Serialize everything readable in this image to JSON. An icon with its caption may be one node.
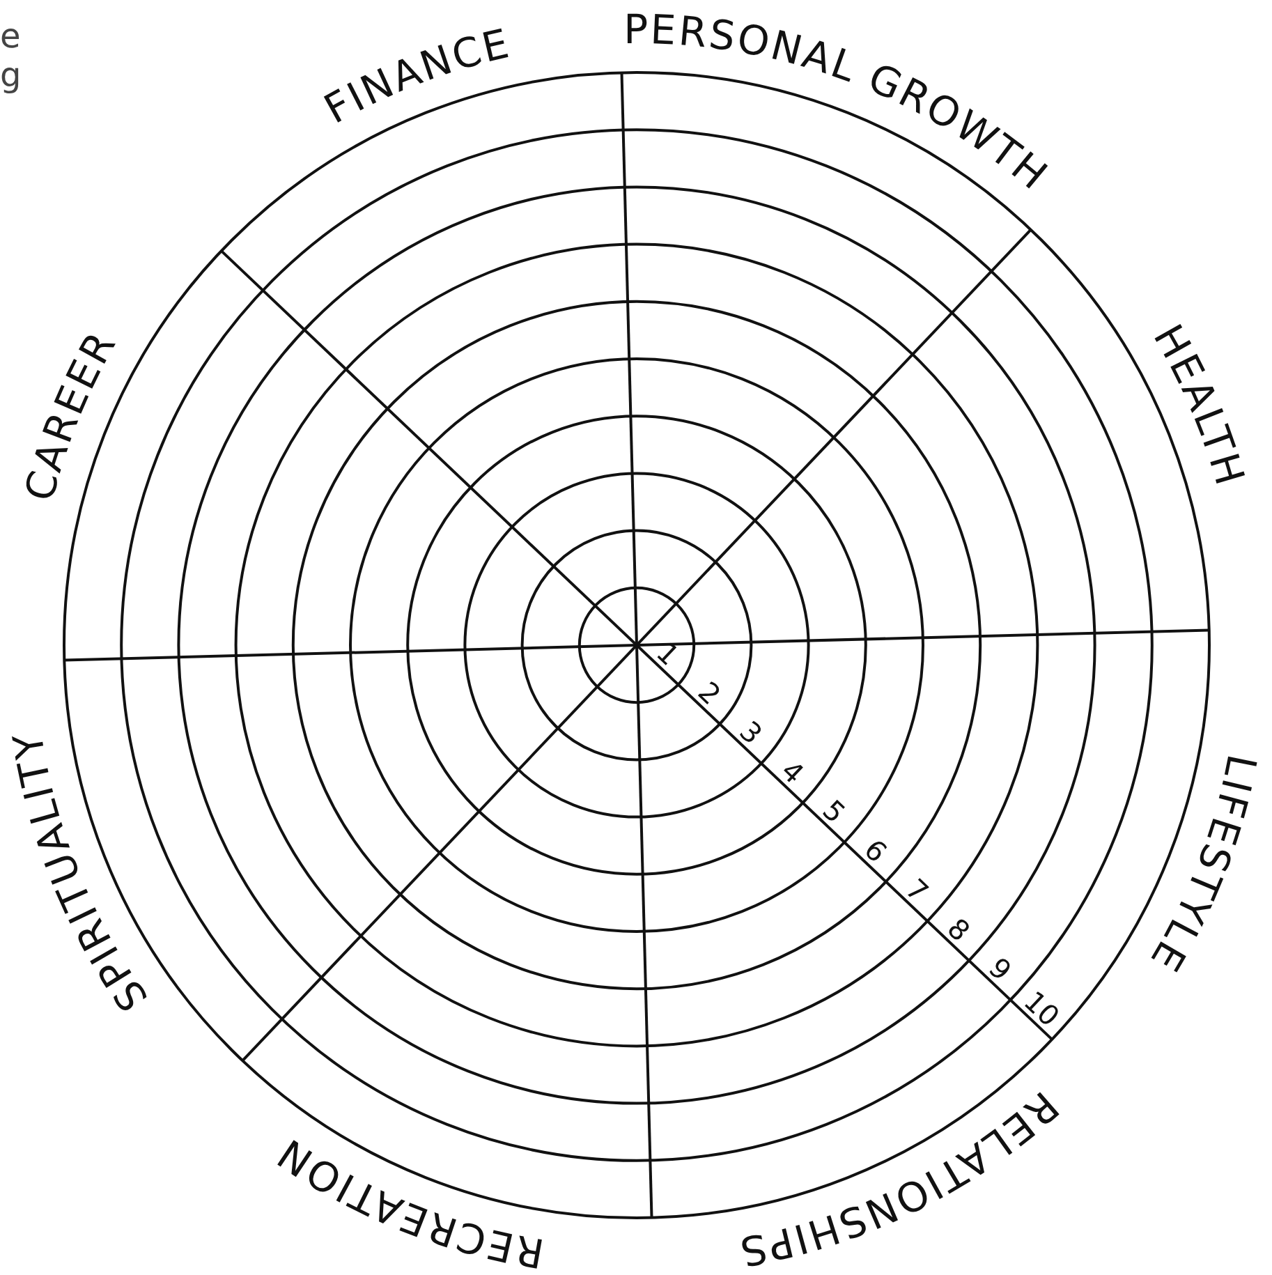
{
  "diagram": {
    "labels": [
      "e",
      "g",
      "FINANCE",
      "PERSONAL GROWTH",
      "CAREER",
      "HEALTH",
      "1",
      "2",
      "3",
      "4",
      "5",
      "6",
      "7",
      "8",
      "9",
      "10",
      "SPIRITUALITY",
      "LIFESTYLE",
      "RECREATION",
      "RELATIONSHIPS"
    ]
  }
}
